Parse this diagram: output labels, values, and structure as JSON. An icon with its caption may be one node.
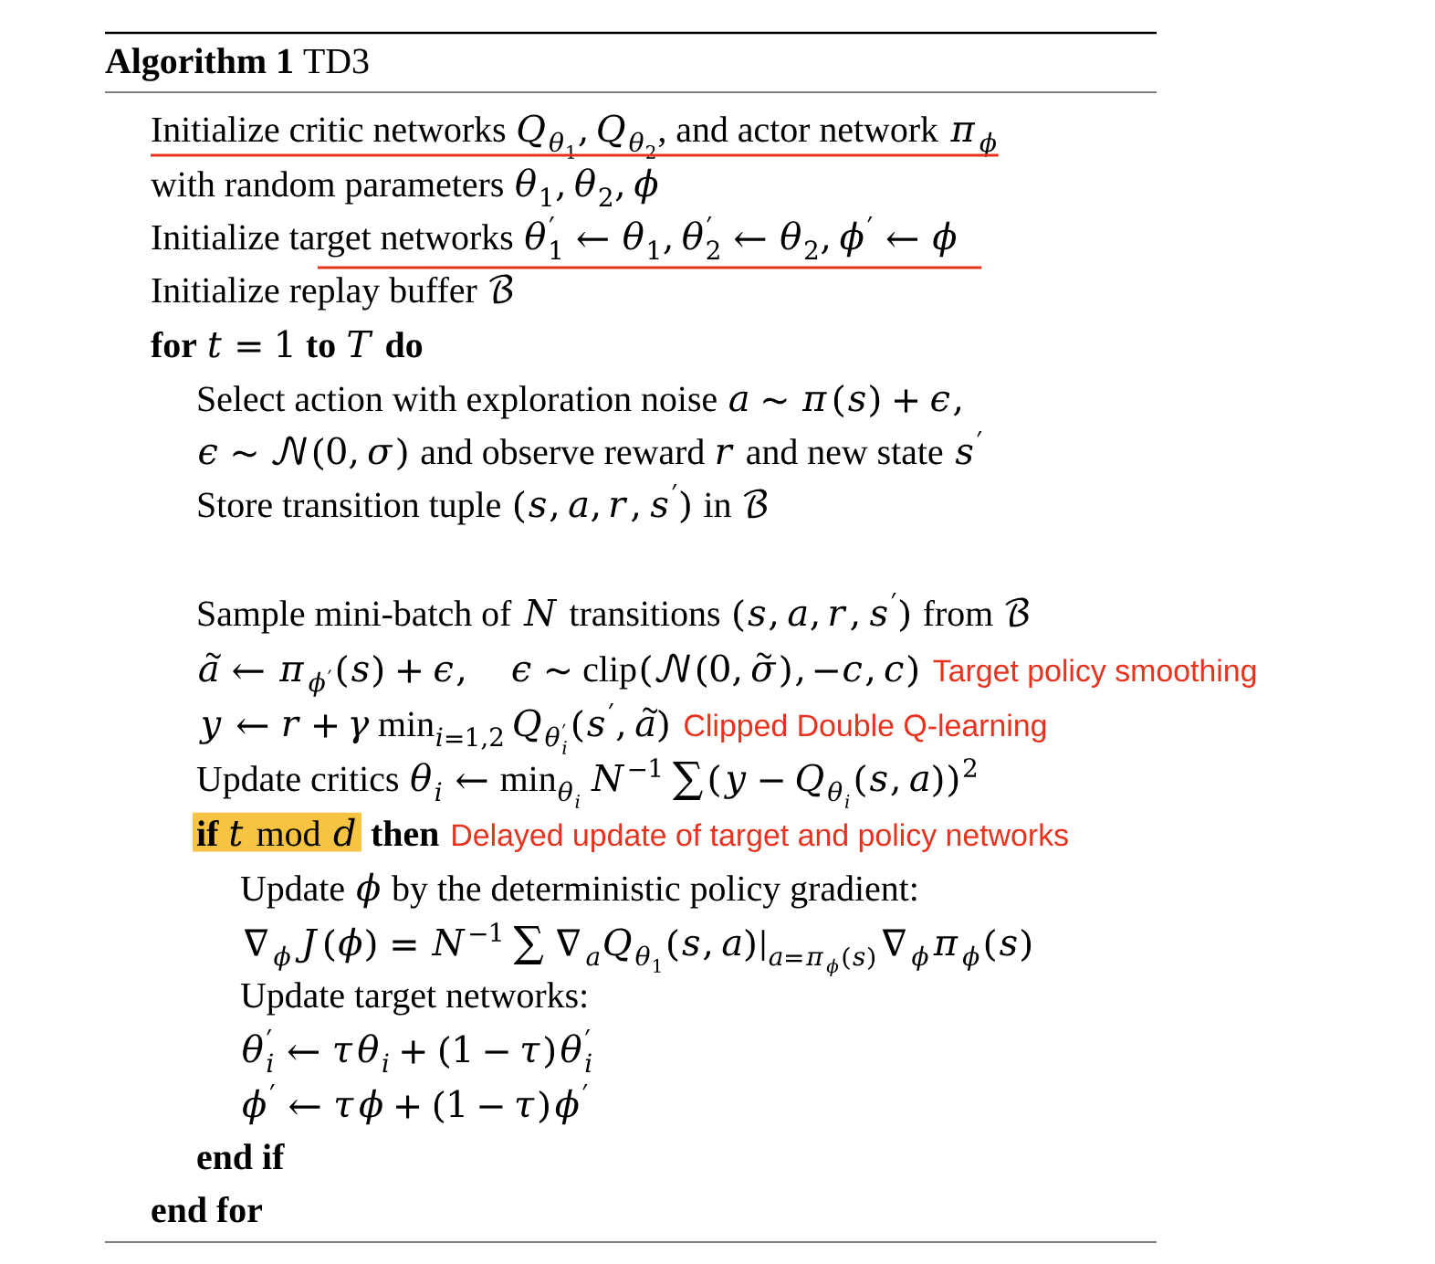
{
  "diagram": {
    "title": "**Algorithm 1** TD3",
    "labels": [
      "\\text{Initialize critic networks } Q_{\\theta_1}, Q_{\\theta_2}\\text{, and actor network } \\pi_\\phi",
      "\\text{with random parameters } \\theta_1, \\theta_2, \\phi",
      "\\text{Initialize target networks } \\theta'_1 \\leftarrow \\theta_1, \\theta'_2 \\leftarrow \\theta_2, \\phi' \\leftarrow \\phi",
      "\\text{Initialize replay buffer } \\mathcal{B}",
      "\\textbf{for } t = 1 \\textbf{ to } T \\textbf{ do}",
      "\\text{Select action with exploration noise } a \\sim \\pi(s) + \\epsilon,",
      "\\epsilon \\sim \\mathcal{N}(0,\\sigma) \\text{ and observe reward } r \\text{ and new state } s'",
      "\\text{Store transition tuple } (s,a,r,s') \\text{ in } \\mathcal{B}",
      "\\text{Sample mini-batch of } N \\text{ transitions } (s,a,r,s') \\text{ from } \\mathcal{B}",
      "\\tilde{a} \\leftarrow \\pi_{\\phi'}(s) + \\epsilon, \\quad \\epsilon \\sim \\mathrm{clip}(\\mathcal{N}(0,\\tilde{\\sigma}), -c, c)",
      "Target policy smoothing",
      "y \\leftarrow r + \\gamma \\min\\nolimits_{i=1,2} Q_{\\theta'_i}(s', \\tilde{a})",
      "Clipped Double Q-learning",
      "\\text{Update critics } \\theta_i \\leftarrow \\min\\nolimits_{\\theta_i} N^{-1} \\sum (y - Q_{\\theta_i}(s,a))^2",
      "\\textbf{if } t \\bmod d",
      "then",
      "Delayed update of target and policy networks",
      "\\text{Update } \\phi \\text{ by the deterministic policy gradient:}",
      "\\nabla_\\phi J(\\phi) = N^{-1} \\sum \\nabla_a Q_{\\theta_1}(s,a)|_{a=\\pi_\\phi(s)} \\nabla_\\phi \\pi_\\phi(s)",
      "Update target networks:",
      "\\theta'_i \\leftarrow \\tau \\theta_i + (1-\\tau)\\theta'_i",
      "\\phi' \\leftarrow \\tau \\phi + (1 - \\tau)\\phi'",
      "end if",
      "end for"
    ]
  }
}
